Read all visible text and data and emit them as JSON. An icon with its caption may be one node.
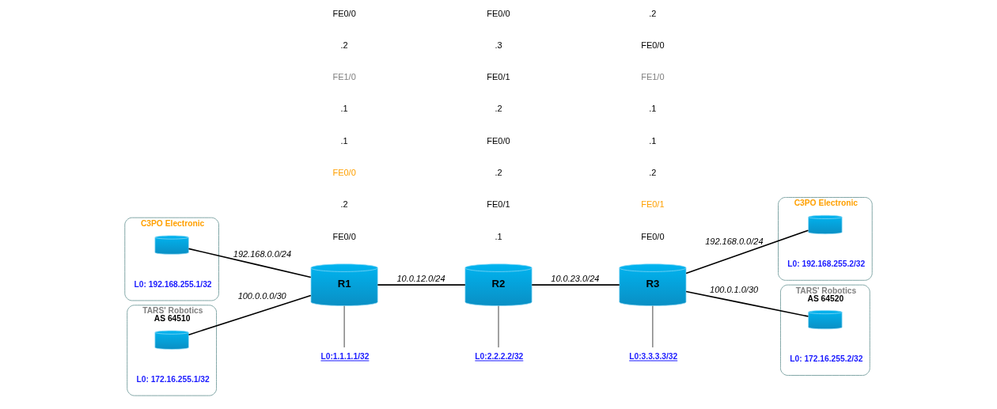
{
  "diagram": {
    "nodes": [
      {
        "text": [
          "C3PO Electronic"
        ]
      },
      {
        "text": [],
        "shape": "cylinder",
        "in": 0,
        "beside": [
          "L0: 192.168.255.1/32"
        ]
      },
      {
        "text": [
          "R1"
        ]
      },
      {
        "text": [
          "L0:1.1.1.1/32"
        ]
      },
      {
        "text": [
          "R2"
        ]
      },
      {
        "text": [
          "L0:2.2.2.2/32"
        ]
      },
      {
        "text": [
          "R3"
        ]
      },
      {
        "text": [
          "L0:3.3.3.3/32"
        ]
      },
      {
        "text": [
          "C3PO Electronic"
        ]
      },
      {
        "text": [],
        "shape": "cylinder",
        "in": 8,
        "beside": [
          "L0: 192.168.255.2/32"
        ]
      },
      {
        "text": [
          "TARS' Robotics",
          "AS 64510"
        ]
      },
      {
        "text": [],
        "shape": "cylinder",
        "in": 10,
        "beside": [
          "L0: 172.16.255.1/32"
        ]
      },
      {
        "text": [
          "TARS' Robotics",
          "AS 64520"
        ]
      },
      {
        "text": [],
        "shape": "cylinder",
        "in": 12,
        "beside": [
          "L0: 172.16.255.2/32"
        ]
      }
    ],
    "edges": [
      {
        "from": 1,
        "to": 2,
        "arrow": "none",
        "label": "192.168.0.0/24"
      },
      {
        "from": 3,
        "to": 2,
        "arrow": "none"
      },
      {
        "from": 2,
        "to": 4,
        "arrow": "none",
        "label": "10.0.12.0/24"
      },
      {
        "from": 5,
        "to": 4,
        "arrow": "none"
      },
      {
        "from": 4,
        "to": 6,
        "arrow": "none",
        "label": "10.0.23.0/24"
      },
      {
        "from": 7,
        "to": 6,
        "arrow": "none"
      },
      {
        "from": 6,
        "to": 9,
        "arrow": "none",
        "label": "192.168.0.0/24"
      },
      {
        "from": 11,
        "to": 2,
        "arrow": "none",
        "label": "100.0.0.0/30"
      },
      {
        "from": 6,
        "to": 13,
        "arrow": "none",
        "label": "100.0.1.0/30"
      }
    ],
    "labels": [
      "FE0/0",
      ".2",
      "FE0/0",
      ".1",
      ".1",
      "FE0/1",
      ".2",
      "FE0/0",
      ".2",
      "FE0/1",
      ".3",
      "FE0/0",
      "FE0/0",
      "FE0/1",
      ".2",
      ".1",
      ".1",
      "FE1/0",
      ".2",
      "FE0/0",
      ".1",
      "FE1/0",
      "FE0/0",
      ".2"
    ]
  }
}
